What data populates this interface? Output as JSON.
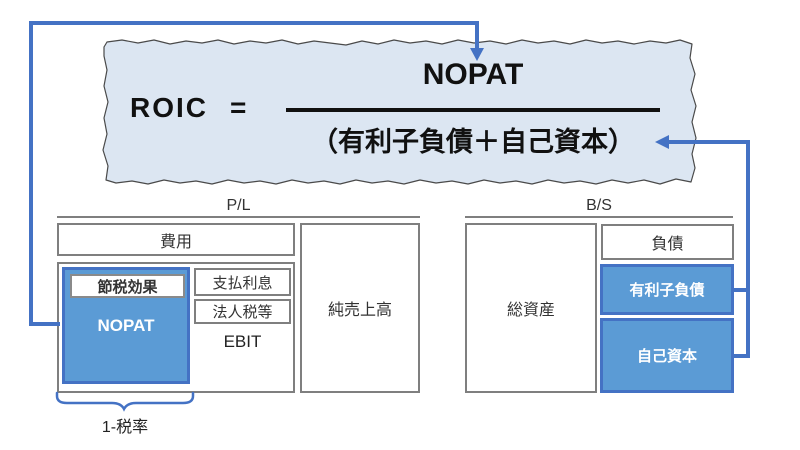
{
  "formula": {
    "lhs": "ROIC",
    "equals": "=",
    "numerator": "NOPAT",
    "denominator": "（有利子負債＋自己資本）"
  },
  "pl": {
    "title": "P/L",
    "expense_label": "費用",
    "tax_shield_label": "節税効果",
    "nopat_label": "NOPAT",
    "interest_paid_label": "支払利息",
    "corporate_tax_label": "法人税等",
    "ebit_label": "EBIT",
    "net_sales_label": "純売上高",
    "brace_label": "1-税率"
  },
  "bs": {
    "title": "B/S",
    "total_assets_label": "総資産",
    "liabilities_label": "負債",
    "interest_bearing_debt_label": "有利子負債",
    "equity_label": "自己資本"
  },
  "colors": {
    "accent_blue": "#4472C4",
    "box_fill_blue": "#5B9BD5",
    "band_fill": "#DCE6F2",
    "border_gray": "#7F7F7F"
  }
}
